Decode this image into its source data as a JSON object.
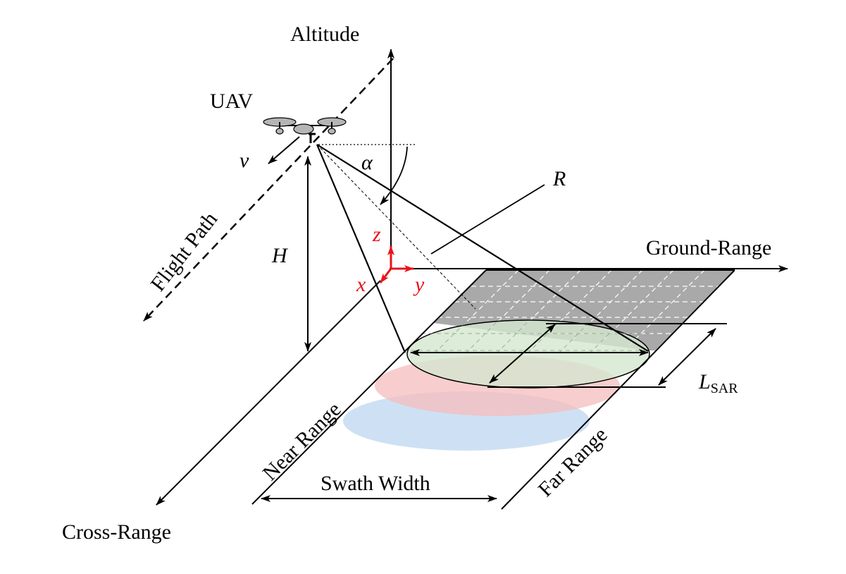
{
  "labels": {
    "altitude": "Altitude",
    "uav": "UAV",
    "velocity": "v",
    "alpha": "α",
    "slant_range": "R",
    "flight_path": "Flight Path",
    "height": "H",
    "axis_z": "z",
    "axis_x": "x",
    "axis_y": "y",
    "ground_range": "Ground-Range",
    "synthetic_aperture_main": "L",
    "synthetic_aperture_sub": "SAR",
    "near_range": "Near Range",
    "far_range": "Far Range",
    "swath_width": "Swath Width",
    "cross_range": "Cross-Range"
  },
  "colors": {
    "ink": "#000000",
    "axes_red": "#e8141b",
    "grid_fill": "#a9a9a9",
    "footprint_green": "#cfe3cc",
    "footprint_red": "#f6bcbc",
    "footprint_blue": "#bdd7f0",
    "rotor_fill": "#b5b5b5"
  }
}
